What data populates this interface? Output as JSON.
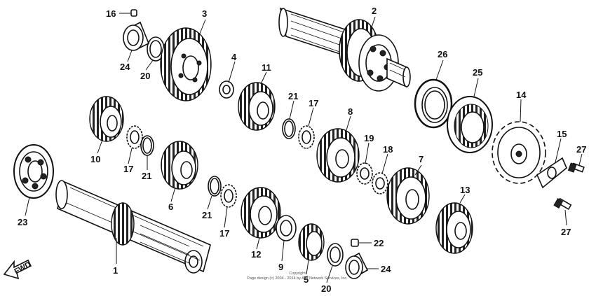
{
  "diagram": {
    "parts": [
      {
        "id": "part-1",
        "label": "1"
      },
      {
        "id": "part-2",
        "label": "2"
      },
      {
        "id": "part-3",
        "label": "3"
      },
      {
        "id": "part-4",
        "label": "4"
      },
      {
        "id": "part-5",
        "label": "5"
      },
      {
        "id": "part-6",
        "label": "6"
      },
      {
        "id": "part-7",
        "label": "7"
      },
      {
        "id": "part-8",
        "label": "8"
      },
      {
        "id": "part-9",
        "label": "9"
      },
      {
        "id": "part-10",
        "label": "10"
      },
      {
        "id": "part-11",
        "label": "11"
      },
      {
        "id": "part-12",
        "label": "12"
      },
      {
        "id": "part-13",
        "label": "13"
      },
      {
        "id": "part-14",
        "label": "14"
      },
      {
        "id": "part-15",
        "label": "15"
      },
      {
        "id": "part-16",
        "label": "16"
      },
      {
        "id": "part-17",
        "label": "17"
      },
      {
        "id": "part-18",
        "label": "18"
      },
      {
        "id": "part-19",
        "label": "19"
      },
      {
        "id": "part-20",
        "label": "20"
      },
      {
        "id": "part-21",
        "label": "21"
      },
      {
        "id": "part-22",
        "label": "22"
      },
      {
        "id": "part-23",
        "label": "23"
      },
      {
        "id": "part-24",
        "label": "24"
      },
      {
        "id": "part-25",
        "label": "25"
      },
      {
        "id": "part-26",
        "label": "26"
      },
      {
        "id": "part-27",
        "label": "27"
      }
    ],
    "fwd_label": "FWD",
    "copyright_line1": "Copyright",
    "copyright_line2": "Page design (c) 2004 - 2014 by ARI Network Services, Inc."
  }
}
